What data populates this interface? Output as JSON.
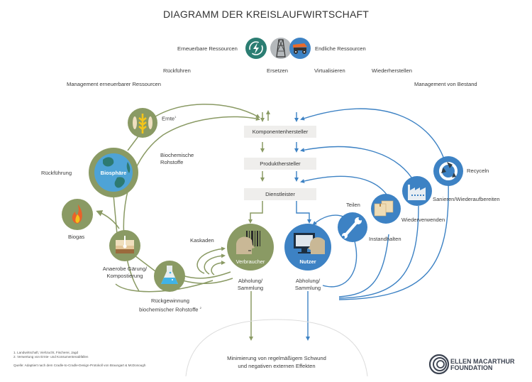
{
  "title": "DIAGRAMM DER KREISLAUFWIRTSCHAFT",
  "colors": {
    "bio_green": "#8a9a64",
    "tech_blue": "#3d82c4",
    "box_bg": "#efeeec",
    "globe_blue": "#4ea3d6",
    "globe_land": "#2d7a72",
    "teal_icon": "#2b7d72",
    "grey_icon": "#b4b8bb",
    "orange_icon": "#3d82c4"
  },
  "resources": {
    "renewable_label": "Erneuerbare Ressourcen",
    "finite_label": "Endliche Ressourcen",
    "icons": [
      "renewable-energy-icon",
      "oil-derrick-icon",
      "mining-truck-icon"
    ]
  },
  "principles": {
    "rueckfuehren": "Rückführen",
    "ersetzen": "Ersetzen",
    "virtualisieren": "Virtualisieren",
    "wiederherstellen": "Wiederherstellen"
  },
  "sections": {
    "left": "Management erneuerbarer Ressourcen",
    "right": "Management von Bestand"
  },
  "value_chain": [
    "Komponentenhersteller",
    "Produkthersteller",
    "Dienstleister"
  ],
  "biological_cycle": {
    "ernte": "Ernte",
    "ernte_footnote": "1",
    "biochemische": "Biochemische\nRohstoffe",
    "biochemische_l1": "Biochemische",
    "biochemische_l2": "Rohstoffe",
    "biosphaere": "Biosphäre",
    "rueckfuehrung": "Rückführung",
    "biogas": "Biogas",
    "anaerobe_l1": "Anaerobe Gärung/",
    "anaerobe_l2": "Kompostierung",
    "rueckgewinnung_l1": "Rückgewinnung",
    "rueckgewinnung_l2": "biochemischer Rohstoffe",
    "rueckgewinnung_footnote": "2",
    "kaskaden": "Kaskaden",
    "verbraucher": "Verbraucher",
    "abholung_l1": "Abholung/",
    "abholung_l2": "Sammlung"
  },
  "technical_cycle": {
    "nutzer": "Nutzer",
    "abholung_l1": "Abholung/",
    "abholung_l2": "Sammlung",
    "teilen": "Teilen",
    "instandhalten": "Instandhalten",
    "wiederverwenden": "Wiederverwenden",
    "sanieren": "Sanieren/Wiederaufbereiten",
    "recyceln": "Recyceln"
  },
  "bottom": {
    "line1": "Minimierung von regelmäßigem Schwund",
    "line2": "und negativen externen Effekten"
  },
  "footnotes": {
    "note1": "1. Landwirtschaft, Viehzucht, Fischerei, Jagd",
    "note2": "2. Verwertung von Ernte- und Konsumentenabfällen",
    "source": "Quelle: Adaptiert nach dem Cradle-to-Cradle-Design-Protokoll von Braungart & McDonough"
  },
  "logo": {
    "line1": "ELLEN MACARTHUR",
    "line2": "FOUNDATION"
  }
}
